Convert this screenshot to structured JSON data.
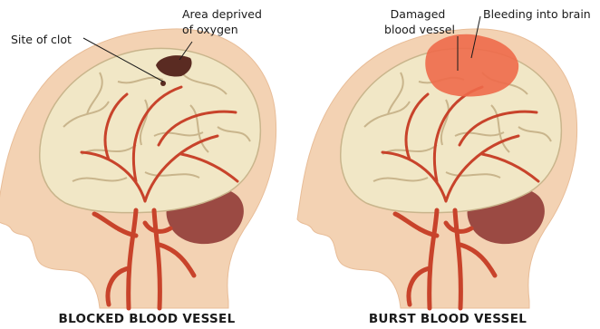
{
  "panels": [
    {
      "caption": "BLOCKED BLOOD VESSEL",
      "callouts": [
        {
          "lines": [
            "Site of clot"
          ]
        },
        {
          "lines": [
            "Area deprived",
            "of oxygen"
          ]
        }
      ]
    },
    {
      "caption": "BURST BLOOD VESSEL",
      "callouts": [
        {
          "lines": [
            "Damaged",
            "blood vessel"
          ]
        },
        {
          "lines": [
            "Bleeding into brain"
          ]
        }
      ]
    }
  ],
  "colors": {
    "skin": "#f3d2b3",
    "skin_shade": "#e8bd98",
    "brain": "#f1e7c6",
    "brain_fold": "#c9b58c",
    "artery": "#c8432b",
    "cerebellum": "#9b4a43",
    "clot_area": "#5a2b22",
    "bleed_area": "#ee6a4a"
  }
}
